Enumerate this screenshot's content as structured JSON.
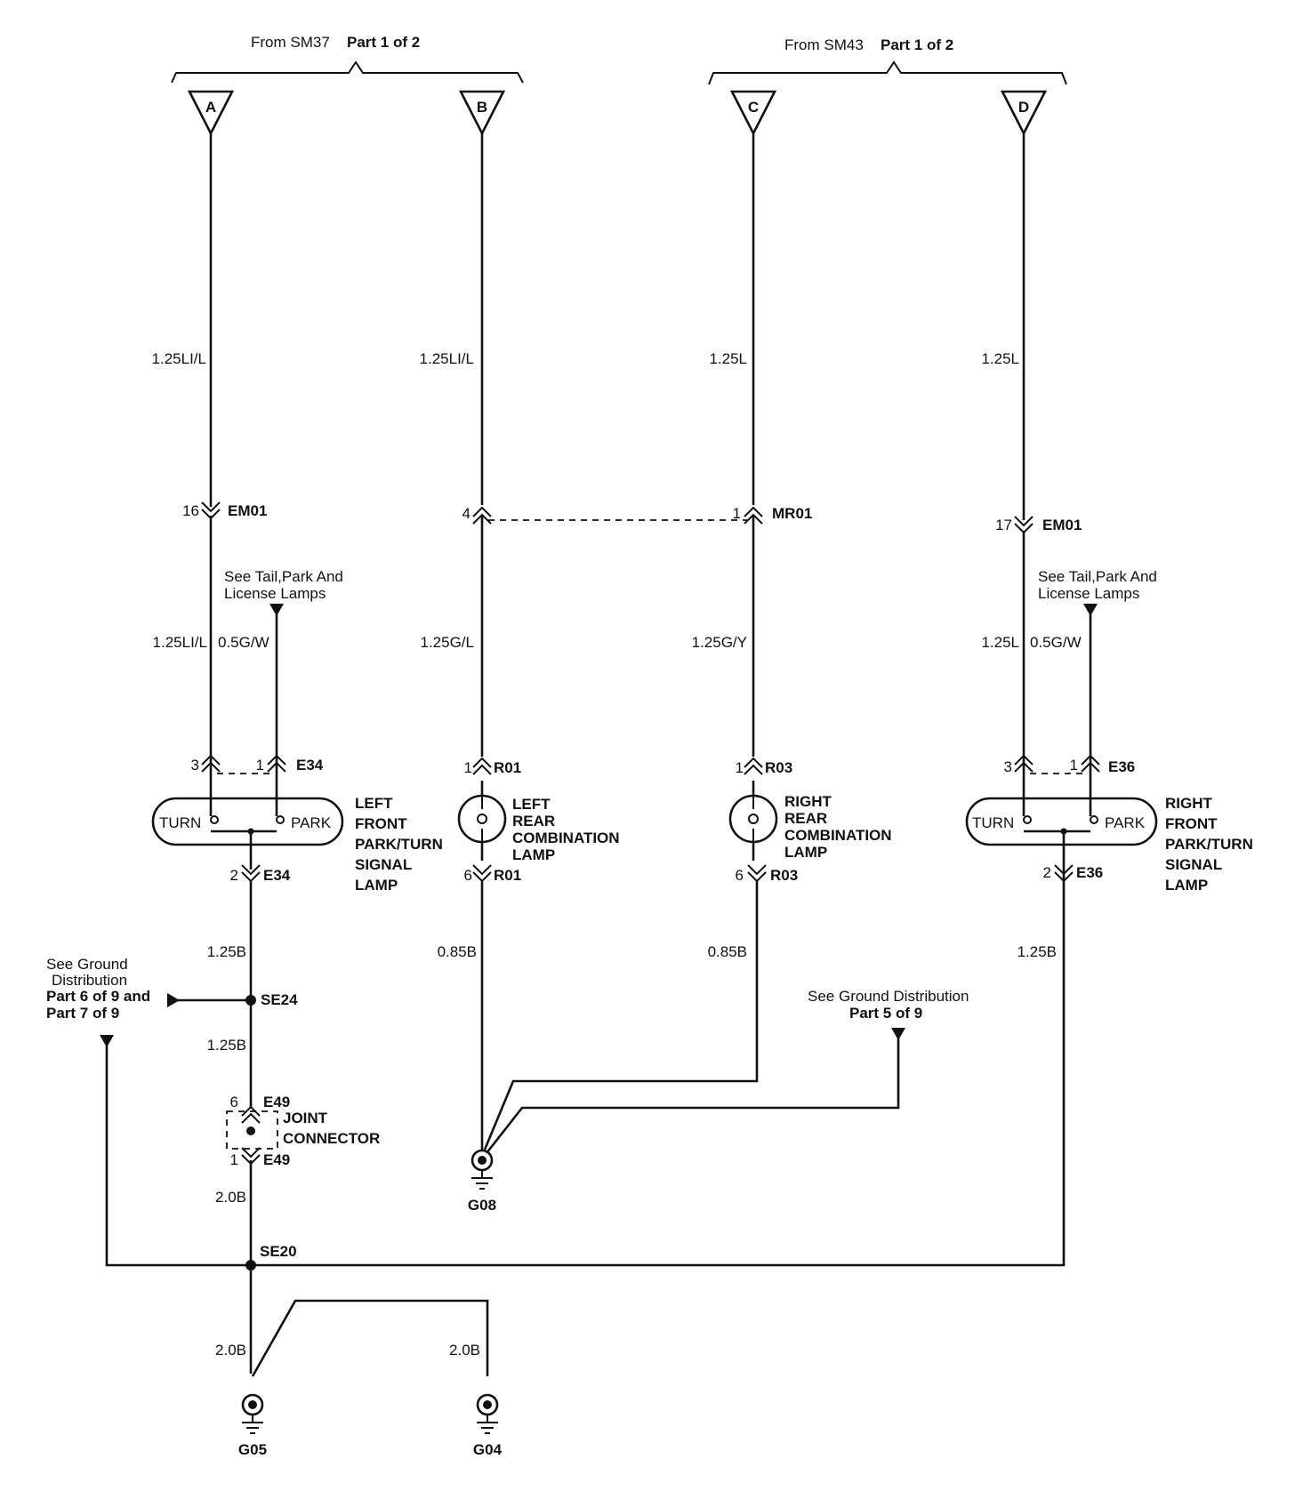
{
  "headers": {
    "left": {
      "from": "From SM37",
      "part": "Part 1 of 2"
    },
    "right": {
      "from": "From SM43",
      "part": "Part 1 of 2"
    }
  },
  "terminals": [
    "A",
    "B",
    "C",
    "D"
  ],
  "wires": {
    "a_top": "1.25LI/L",
    "b_top": "1.25LI/L",
    "c_top": "1.25L",
    "d_top": "1.25L",
    "a_mid": "1.25LI/L",
    "a_park": "0.5G/W",
    "b_mid": "1.25G/L",
    "c_mid": "1.25G/Y",
    "d_mid": "1.25L",
    "d_park": "0.5G/W",
    "lf_ground": "1.25B",
    "se24_down": "1.25B",
    "lr_ground": "0.85B",
    "rr_ground": "0.85B",
    "rf_ground": "1.25B",
    "e49_down": "2.0B",
    "g05_wire": "2.0B",
    "g04_wire": "2.0B"
  },
  "connectors": {
    "em01_a": {
      "pin": "16",
      "name": "EM01"
    },
    "r_b": {
      "pin": "4"
    },
    "mr01": {
      "pin": "1",
      "name": "MR01"
    },
    "em01_d": {
      "pin": "17",
      "name": "EM01"
    },
    "e34_top": {
      "pin_turn": "3",
      "pin_park": "1",
      "name": "E34"
    },
    "r01_top": {
      "pin": "1",
      "name": "R01"
    },
    "r03_top": {
      "pin": "1",
      "name": "R03"
    },
    "e36_top": {
      "pin_turn": "3",
      "pin_park": "1",
      "name": "E36"
    },
    "e34_bottom": {
      "pin": "2",
      "name": "E34"
    },
    "r01_bottom": {
      "pin": "6",
      "name": "R01"
    },
    "r03_bottom": {
      "pin": "6",
      "name": "R03"
    },
    "e36_bottom": {
      "pin": "2",
      "name": "E36"
    },
    "e49_top": {
      "pin": "6",
      "name": "E49"
    },
    "e49_bottom": {
      "pin": "1",
      "name": "E49"
    }
  },
  "notes": {
    "tail_left": [
      "See Tail,Park And",
      "License Lamps"
    ],
    "tail_right": [
      "See Tail,Park And",
      "License Lamps"
    ],
    "ground_left": [
      "See Ground",
      "Distribution"
    ],
    "ground_left_parts": [
      "Part 6 of 9 and",
      "Part 7 of 9"
    ],
    "ground_mid": "See Ground  Distribution",
    "ground_mid_part": "Part 5 of 9"
  },
  "components": {
    "left_front": {
      "turn": "TURN",
      "park": "PARK",
      "label": [
        "LEFT",
        "FRONT",
        "PARK/TURN",
        "SIGNAL",
        "LAMP"
      ]
    },
    "right_front": {
      "turn": "TURN",
      "park": "PARK",
      "label": [
        "RIGHT",
        "FRONT",
        "PARK/TURN",
        "SIGNAL",
        "LAMP"
      ]
    },
    "left_rear": {
      "label": [
        "LEFT",
        "REAR",
        "COMBINATION",
        "LAMP"
      ]
    },
    "right_rear": {
      "label": [
        "RIGHT",
        "REAR",
        "COMBINATION",
        "LAMP"
      ]
    },
    "joint": {
      "label": [
        "JOINT",
        "CONNECTOR"
      ]
    }
  },
  "splices": {
    "se24": "SE24",
    "se20": "SE20"
  },
  "grounds": {
    "g08": "G08",
    "g05": "G05",
    "g04": "G04"
  }
}
